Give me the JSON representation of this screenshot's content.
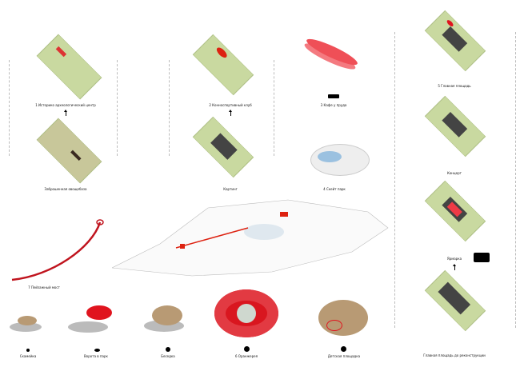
{
  "labels": {
    "historic": "1 Историко археологический центр",
    "abandoned": "Заброшенная овощебаза",
    "horse": "2 Конноспортивный клуб",
    "karting": "Картинг",
    "cafe": "3 Кафе у пруда",
    "skate": "4 Скейт парк",
    "square": "5 Главная площадь",
    "concert": "Концерт",
    "fair": "Ярмарка",
    "square_before": "Главная площадь до реконструкции",
    "bridge": "7 Пейзажный мост",
    "bench": "Скамейка",
    "gate": "Ворота в парк",
    "gazebo": "Беседка",
    "greenhouse": "6 Оранжерея",
    "playground": "Детская площадка"
  },
  "colors": {
    "accent": "#e0141e",
    "grass": "#c9d9a0",
    "paving": "#444444",
    "wood": "#b89a74"
  }
}
